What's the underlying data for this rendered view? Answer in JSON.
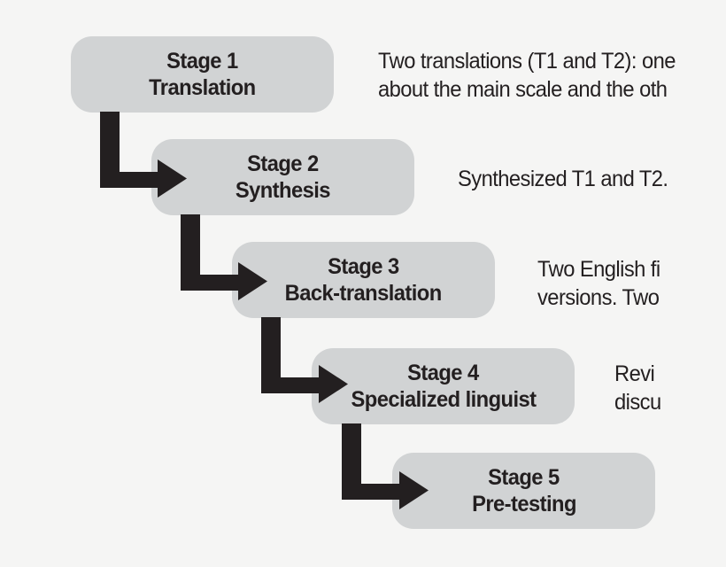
{
  "diagram": {
    "title": "Cross-cultural adaptation stages flowchart",
    "colors": {
      "background": "#f5f5f4",
      "box_fill": "#d1d3d4",
      "ink": "#231f20"
    },
    "stages": [
      {
        "title": "Stage 1",
        "subtitle": "Translation",
        "description_lines": [
          "Two translations (T1 and T2): one",
          "about the main scale and the oth"
        ]
      },
      {
        "title": "Stage 2",
        "subtitle": "Synthesis",
        "description_lines": [
          "Synthesized T1 and T2."
        ]
      },
      {
        "title": "Stage 3",
        "subtitle": "Back-translation",
        "description_lines": [
          "Two English fi",
          "versions. Two"
        ]
      },
      {
        "title": "Stage 4",
        "subtitle": "Specialized linguist",
        "description_lines": [
          "Revi",
          "discu"
        ]
      },
      {
        "title": "Stage 5",
        "subtitle": "Pre-testing",
        "description_lines": []
      }
    ]
  }
}
